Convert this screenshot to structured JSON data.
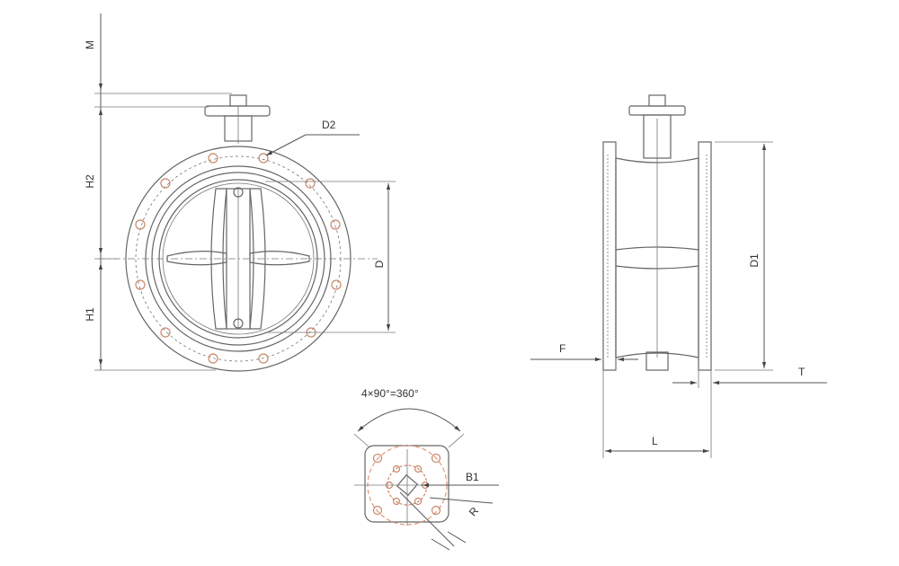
{
  "labels": {
    "M": "M",
    "H2": "H2",
    "H1": "H1",
    "D2": "D2",
    "D": "D",
    "D1": "D1",
    "F": "F",
    "T": "T",
    "L": "L",
    "B1": "B1",
    "R": "R",
    "angle": "4×90°=360°"
  },
  "colors": {
    "line": "#555555",
    "bolt": "#c9886a"
  }
}
